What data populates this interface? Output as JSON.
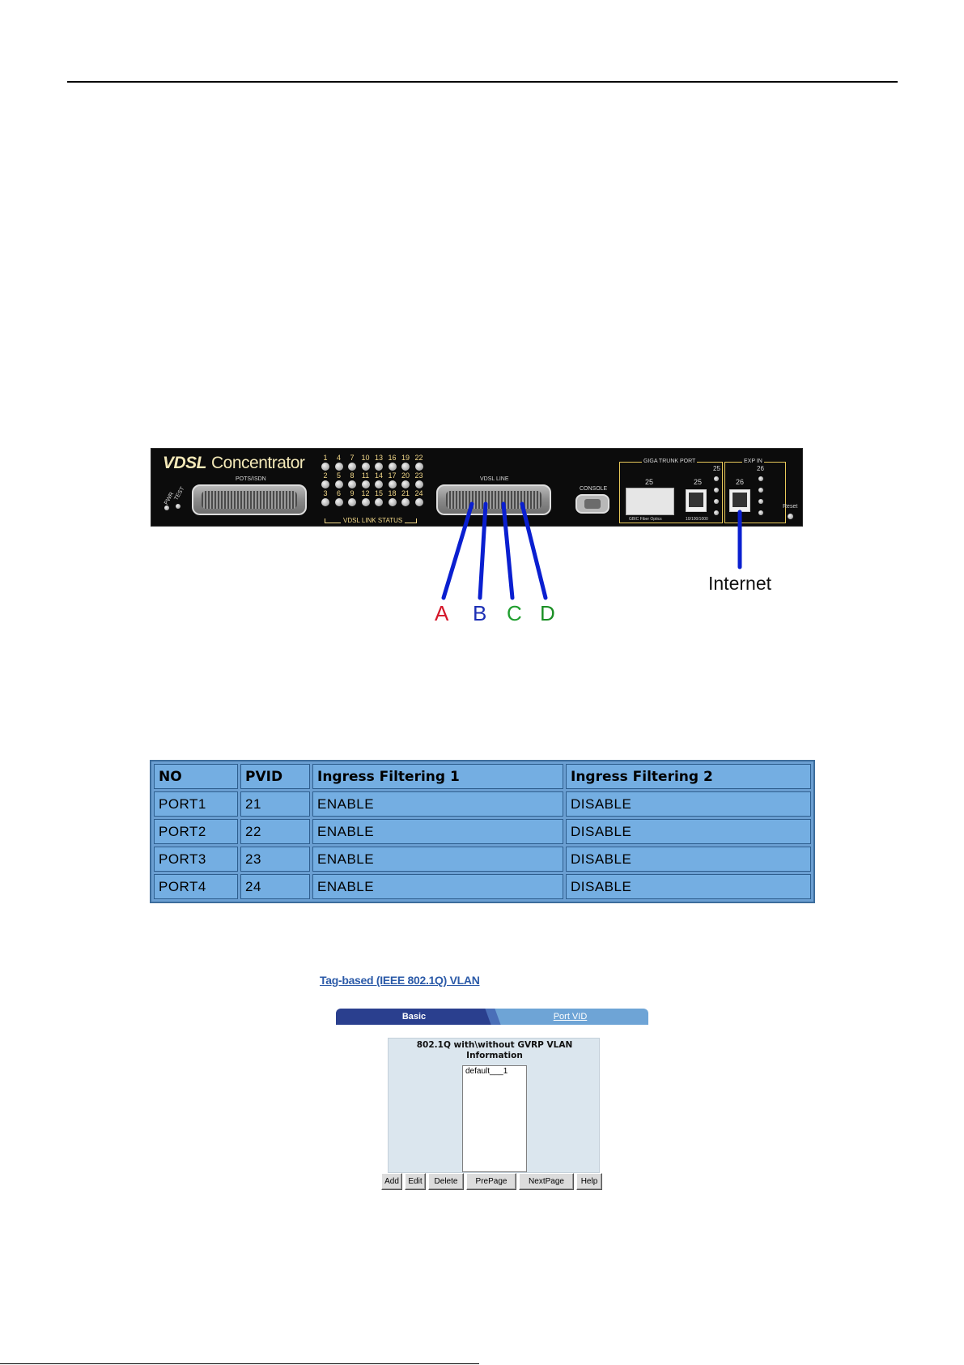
{
  "device": {
    "brand_vdsl": "VDSL",
    "brand_name": "Concentrator",
    "pwr_label": "PWR",
    "test_label": "TEST",
    "pots_label": "POTS/ISDN",
    "led_numbers_row1": [
      "1",
      "4",
      "7",
      "10",
      "13",
      "16",
      "19",
      "22"
    ],
    "led_numbers_row2": [
      "2",
      "5",
      "8",
      "11",
      "14",
      "17",
      "20",
      "23"
    ],
    "led_numbers_row3": [
      "3",
      "6",
      "9",
      "12",
      "15",
      "18",
      "21",
      "24"
    ],
    "link_status_label": "VDSL LINK STATUS",
    "vdsl_line_label": "VDSL LINE",
    "console_label": "CONSOLE",
    "giga_trunk_label": "GIGA TRUNK PORT",
    "exp_in_label": "EXP IN",
    "sfp_port_num": "25",
    "rj_port_num": "25",
    "led25_num": "25",
    "exp_port_num": "26",
    "led26_num": "26",
    "sfp_caption": "GBIC Fiber Optics",
    "rj_caption": "10/100/1000",
    "reset_label": "Reset"
  },
  "cables": {
    "letters": [
      "A",
      "B",
      "C",
      "D"
    ],
    "letter_colors": [
      "#d4172a",
      "#1c2fb5",
      "#1f9e2e",
      "#1a8f24"
    ],
    "cable_color": "#0a1fd0",
    "internet_label": "Internet"
  },
  "vlan_table": {
    "headers": [
      "NO",
      "PVID",
      "Ingress Filtering 1",
      "Ingress Filtering 2"
    ],
    "rows": [
      {
        "no": "PORT1",
        "pvid": "21",
        "f1": "ENABLE",
        "f2": "DISABLE"
      },
      {
        "no": "PORT2",
        "pvid": "22",
        "f1": "ENABLE",
        "f2": "DISABLE"
      },
      {
        "no": "PORT3",
        "pvid": "23",
        "f1": "ENABLE",
        "f2": "DISABLE"
      },
      {
        "no": "PORT4",
        "pvid": "24",
        "f1": "ENABLE",
        "f2": "DISABLE"
      }
    ]
  },
  "web_ui": {
    "title": "Tag-based (IEEE 802.1Q) VLAN",
    "tabs": [
      "Basic",
      "Port VID"
    ],
    "panel_heading_line1": "802.1Q with\\without GVRP VLAN",
    "panel_heading_line2": "Information",
    "list_items": [
      "default___1"
    ],
    "buttons": [
      "Add",
      "Edit",
      "Delete",
      "PrePage",
      "NextPage",
      "Help"
    ]
  }
}
